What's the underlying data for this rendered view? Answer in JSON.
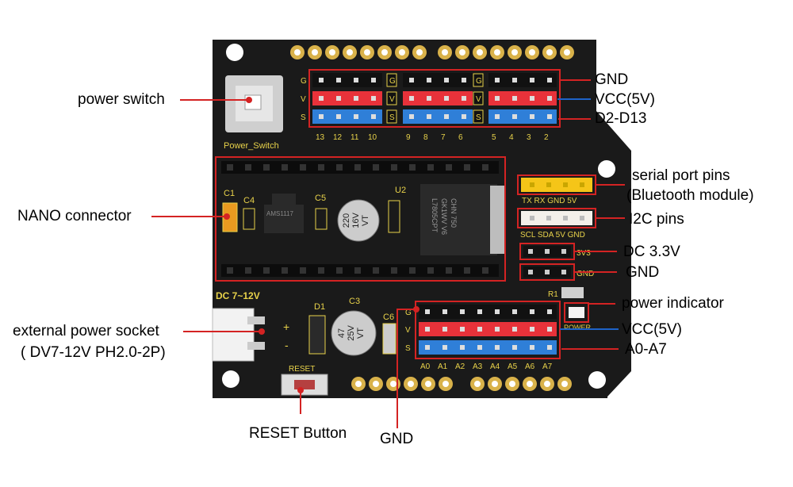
{
  "board": {
    "power_switch_silk": "Power_Switch",
    "dc_silk": "DC 7~12V",
    "reset_silk": "RESET",
    "power_silk": "POWER",
    "row_letters": [
      "G",
      "V",
      "S"
    ],
    "digital_numbers": [
      "13",
      "12",
      "11",
      "10",
      "9",
      "8",
      "7",
      "6",
      "5",
      "4",
      "3",
      "2"
    ],
    "analog_names": [
      "A0",
      "A1",
      "A2",
      "A3",
      "A4",
      "A5",
      "A6",
      "A7"
    ],
    "serial_silk": "TX RX GND 5V",
    "i2c_silk": "SCL SDA 5V GND",
    "dc33_silk": "3V3",
    "gnd_silk": "GND",
    "c1": "C1",
    "c4": "C4",
    "c5": "C5",
    "c3": "C3",
    "c6": "C6",
    "d1": "D1",
    "u2": "U2",
    "r1": "R1",
    "cap_small": [
      "220",
      "16V",
      "VT"
    ],
    "cap_big": [
      "47",
      "25V",
      "VT"
    ],
    "regulator": [
      "L7805CPT",
      "GK1WV V6",
      "CHN 750"
    ],
    "ams": "AMS1117"
  },
  "labels": {
    "power_switch": "power switch",
    "nano_connector": "NANO connector",
    "external_power_1": "external power socket",
    "external_power_2": "( DV7-12V PH2.0-2P)",
    "reset_button": "RESET Button",
    "gnd_bottom": "GND",
    "gnd_top": "GND",
    "vcc_top": "VCC(5V)",
    "d2_d13": "D2-D13",
    "serial_1": "serial port pins",
    "serial_2": "(Bluetooth module)",
    "i2c": "I2C pins",
    "dc33": "DC 3.3V",
    "gnd_mid": "GND",
    "power_indicator": "power indicator",
    "vcc_bottom": "VCC(5V)",
    "a0_a7": "A0-A7"
  },
  "colors": {
    "pcb": "#1a1a1a",
    "silk": "#e8d24a",
    "red_header": "#e8323a",
    "blue_header": "#2f7fd8",
    "outline": "#d42323",
    "vcc_line": "#1e63c8",
    "serial_header": "#f5c518"
  }
}
